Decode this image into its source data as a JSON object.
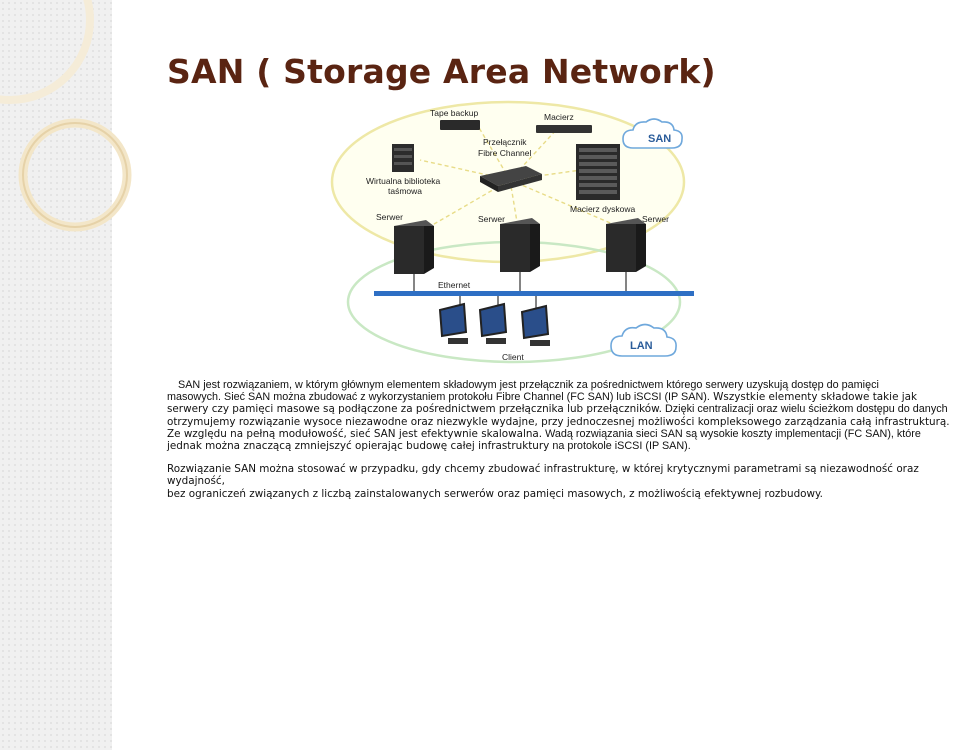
{
  "slide": {
    "title": "SAN ( Storage Area Network)"
  },
  "diagram": {
    "labels": {
      "tape_backup": "Tape backup",
      "macierz": "Macierz",
      "switch_line1": "Przełącznik",
      "switch_line2": "Fibre Channel",
      "library_line1": "Wirtualna biblioteka",
      "library_line2": "taśmowa",
      "disk_array": "Macierz dyskowa",
      "server_left": "Serwer",
      "server_mid": "Serwer",
      "server_right": "Serwer",
      "ethernet": "Ethernet",
      "client": "Client",
      "san_cloud": "SAN",
      "lan_cloud": "LAN"
    },
    "colors": {
      "san_ellipse": "#eee8a6",
      "lan_ellipse": "#c9e8c4",
      "ethernet_bar": "#2e6fc4",
      "cloud_border": "#6fa8dc"
    }
  },
  "body": {
    "p1_l1": "SAN jest rozwiązaniem, w którym głównym elementem składowym jest przełącznik za pośrednictwem którego serwery uzyskują dostęp do pamięci",
    "p1_l2a": "masowych. Sieć SAN można zbudować z wykorzystaniem protokołu Fibre Channel (FC SAN) lub iSCSI (IP SAN).",
    "p1_l2b": " Wszystkie elementy składowe takie jak",
    "p1_l3": "serwery czy pamięci masowe są podłączone za pośrednictwem przełącznika lub przełączników.",
    "p1_l3b": " Dzięki centralizacji oraz wielu ścieżkom dostępu do danych",
    "p1_l4": "otrzymujemy rozwiązanie wysoce niezawodne oraz niezwykle wydajne, przy jednoczesnej możliwości kompleksowego zarządzania całą infrastrukturą.",
    "p1_l5a": "Ze względu na pełną modułowość, sieć SAN jest efektywnie skalowalna.",
    "p1_l5b": " Wadą rozwiązania sieci SAN są wysokie koszty implementacji (FC SAN), które",
    "p1_l6a": "jednak można znaczącą zmniejszyć opierając budowę całej infrastruktury",
    "p1_l6b": " na protokole iSCSI (IP SAN).",
    "p2_l1": "Rozwiązanie SAN można stosować w przypadku, gdy chcemy zbudować infrastrukturę, w której krytycznymi parametrami są niezawodność oraz wydajność,",
    "p2_l2": "bez ograniczeń związanych z liczbą zainstalowanych serwerów oraz pamięci masowych, z możliwością efektywnej rozbudowy."
  }
}
